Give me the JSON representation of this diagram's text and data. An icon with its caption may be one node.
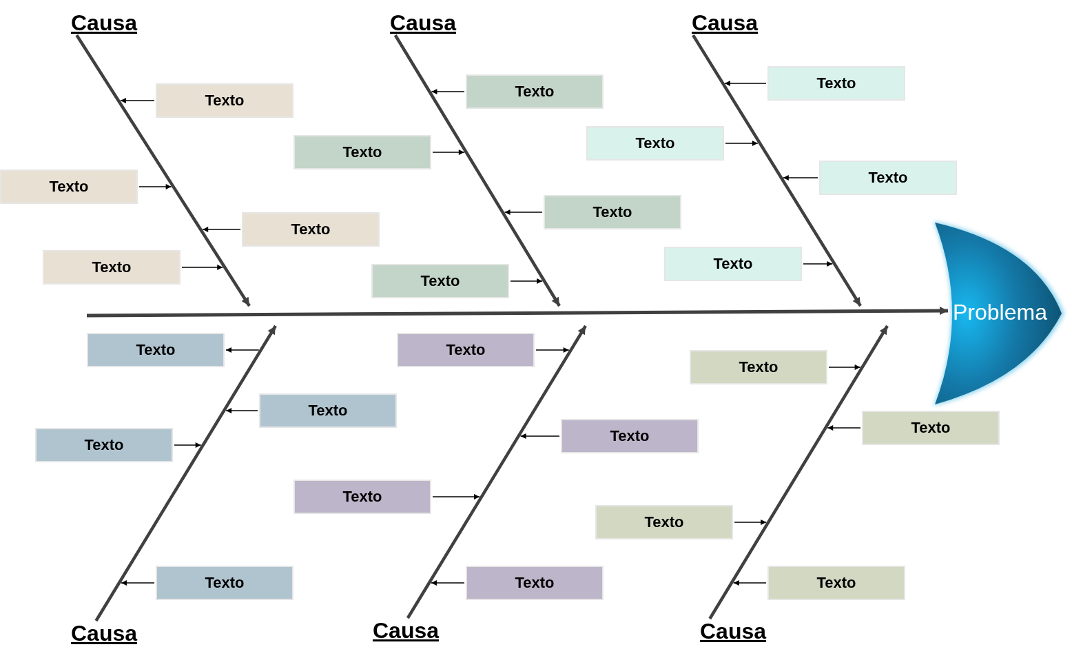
{
  "diagram": {
    "nodes": [
      {
        "text": [
          "Causa"
        ]
      },
      {
        "text": [
          "Texto"
        ]
      },
      {
        "text": [
          "Texto"
        ]
      },
      {
        "text": [
          "Texto"
        ]
      },
      {
        "text": [
          "Texto"
        ]
      },
      {
        "text": [
          "Causa"
        ]
      },
      {
        "text": [
          "Texto"
        ]
      },
      {
        "text": [
          "Texto"
        ]
      },
      {
        "text": [
          "Texto"
        ]
      },
      {
        "text": [
          "Texto"
        ]
      },
      {
        "text": [
          "Causa"
        ]
      },
      {
        "text": [
          "Texto"
        ]
      },
      {
        "text": [
          "Texto"
        ]
      },
      {
        "text": [
          "Texto"
        ]
      },
      {
        "text": [
          "Texto"
        ]
      },
      {
        "text": [
          "Problema"
        ]
      },
      {
        "text": [
          "Texto"
        ]
      },
      {
        "text": [
          "Texto"
        ]
      },
      {
        "text": [
          "Texto"
        ]
      },
      {
        "text": [
          "Texto"
        ]
      },
      {
        "text": [
          "Causa"
        ]
      },
      {
        "text": [
          "Texto"
        ]
      },
      {
        "text": [
          "Texto"
        ]
      },
      {
        "text": [
          "Texto"
        ]
      },
      {
        "text": [
          "Texto"
        ]
      },
      {
        "text": [
          "Causa"
        ]
      },
      {
        "text": [
          "Texto"
        ]
      },
      {
        "text": [
          "Texto"
        ]
      },
      {
        "text": [
          "Texto"
        ]
      },
      {
        "text": [
          "Texto"
        ]
      },
      {
        "text": [
          "Causa"
        ]
      }
    ],
    "edges": [
      {
        "from": null,
        "to": 15,
        "arrow": "to",
        "style": "thick"
      },
      {
        "from": 0,
        "to": null,
        "arrow": "to",
        "style": "thick"
      },
      {
        "from": 5,
        "to": null,
        "arrow": "to",
        "style": "thick"
      },
      {
        "from": 10,
        "to": null,
        "arrow": "to",
        "style": "thick"
      },
      {
        "from": 20,
        "to": null,
        "arrow": "to",
        "style": "thick"
      },
      {
        "from": 25,
        "to": null,
        "arrow": "to",
        "style": "thick"
      },
      {
        "from": 30,
        "to": null,
        "arrow": "to",
        "style": "thick"
      },
      {
        "from": 1,
        "to": null,
        "arrow": "to"
      },
      {
        "from": 2,
        "to": null,
        "arrow": "to"
      },
      {
        "from": 3,
        "to": null,
        "arrow": "to"
      },
      {
        "from": 4,
        "to": null,
        "arrow": "to"
      },
      {
        "from": 6,
        "to": null,
        "arrow": "to"
      },
      {
        "from": 7,
        "to": null,
        "arrow": "to"
      },
      {
        "from": 8,
        "to": null,
        "arrow": "to"
      },
      {
        "from": 9,
        "to": null,
        "arrow": "to"
      },
      {
        "from": 11,
        "to": null,
        "arrow": "to"
      },
      {
        "from": 12,
        "to": null,
        "arrow": "to"
      },
      {
        "from": 13,
        "to": null,
        "arrow": "to"
      },
      {
        "from": 14,
        "to": null,
        "arrow": "to"
      },
      {
        "from": null,
        "to": 16,
        "arrow": "to"
      },
      {
        "from": 17,
        "to": null,
        "arrow": "to"
      },
      {
        "from": 18,
        "to": null,
        "arrow": "to"
      },
      {
        "from": 19,
        "to": null,
        "arrow": "to"
      },
      {
        "from": 21,
        "to": null,
        "arrow": "to"
      },
      {
        "from": 22,
        "to": null,
        "arrow": "to"
      },
      {
        "from": 23,
        "to": null,
        "arrow": "to"
      },
      {
        "from": 24,
        "to": null,
        "arrow": "to"
      },
      {
        "from": 26,
        "to": null,
        "arrow": "to"
      },
      {
        "from": 27,
        "to": null,
        "arrow": "to"
      },
      {
        "from": 28,
        "to": null,
        "arrow": "to"
      },
      {
        "from": 29,
        "to": null,
        "arrow": "to"
      }
    ]
  }
}
